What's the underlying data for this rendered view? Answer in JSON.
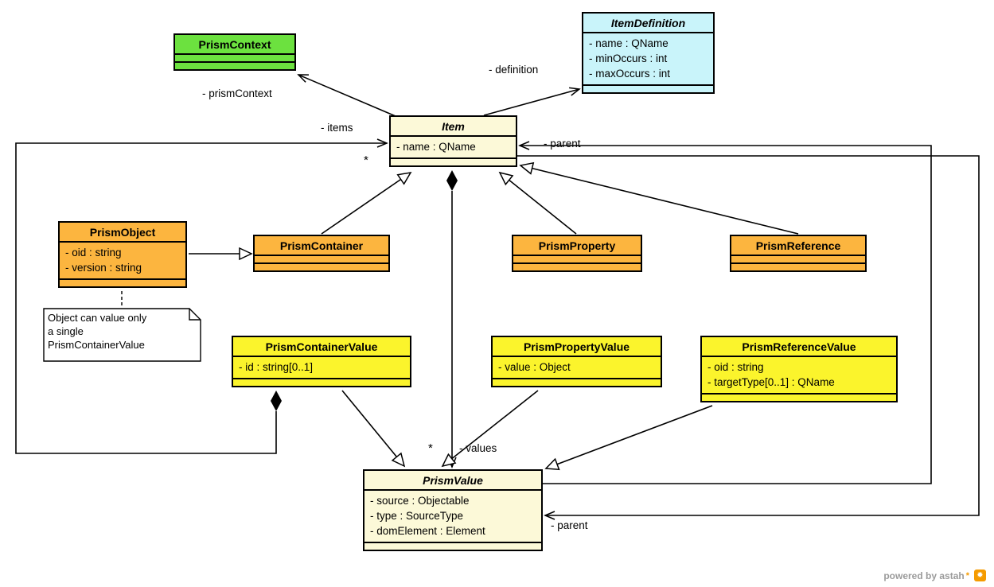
{
  "diagram": {
    "classes": {
      "prism_context": {
        "name": "PrismContext",
        "attributes": []
      },
      "item_definition": {
        "name": "ItemDefinition",
        "attributes": [
          "- name : QName",
          "- minOccurs : int",
          "- maxOccurs : int"
        ]
      },
      "item": {
        "name": "Item",
        "attributes": [
          "- name : QName"
        ]
      },
      "prism_object": {
        "name": "PrismObject",
        "attributes": [
          "- oid : string",
          "- version : string"
        ]
      },
      "prism_container": {
        "name": "PrismContainer",
        "attributes": []
      },
      "prism_property": {
        "name": "PrismProperty",
        "attributes": []
      },
      "prism_reference": {
        "name": "PrismReference",
        "attributes": []
      },
      "prism_container_value": {
        "name": "PrismContainerValue",
        "attributes": [
          "- id : string[0..1]"
        ]
      },
      "prism_property_value": {
        "name": "PrismPropertyValue",
        "attributes": [
          "- value : Object"
        ]
      },
      "prism_reference_value": {
        "name": "PrismReferenceValue",
        "attributes": [
          "- oid : string",
          "- targetType[0..1] : QName"
        ]
      },
      "prism_value": {
        "name": "PrismValue",
        "attributes": [
          "- source : Objectable",
          "- type : SourceType",
          "- domElement : Element"
        ]
      }
    },
    "labels": {
      "prism_context_role": "- prismContext",
      "definition_role": "- definition",
      "items_role": "- items",
      "items_multiplicity": "*",
      "parent_role_top": "- parent",
      "values_multiplicity": "*",
      "values_role": "- values",
      "parent_role_bottom": "- parent"
    },
    "note": {
      "lines": [
        "Object can value only",
        "a single",
        "PrismContainerValue"
      ]
    },
    "colors": {
      "green": "#6CE13F",
      "cyan": "#C9F4FA",
      "cream": "#FCF9D8",
      "orange": "#FCB53F",
      "yellow": "#FBF42C",
      "note_fill": "#FFFFFF",
      "line": "#000000",
      "watermark_text": "#9B9B9B",
      "logo_orange": "#F59B00"
    },
    "watermark": {
      "text": "powered by astah",
      "star": "*"
    }
  }
}
